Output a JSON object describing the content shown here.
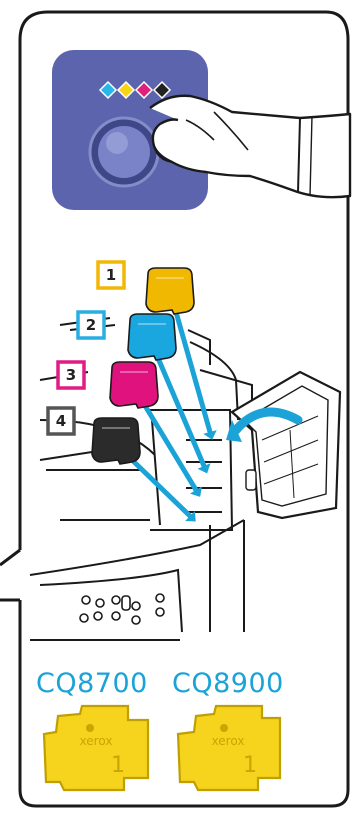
{
  "button_panel": {
    "ink_colors": [
      "#29b6e8",
      "#f7d417",
      "#e0217a",
      "#222222"
    ],
    "panel_color": "#5b64ac"
  },
  "slots": [
    {
      "number": "1",
      "color": "#f0b800",
      "frame_color": "#f2b705"
    },
    {
      "number": "2",
      "color": "#1aa7df",
      "frame_color": "#29aee3"
    },
    {
      "number": "3",
      "color": "#e0127e",
      "frame_color": "#e01d84"
    },
    {
      "number": "4",
      "color": "#2b2b2b",
      "frame_color": "#555555"
    }
  ],
  "models": [
    {
      "label": "CQ8700",
      "stick_brand": "xerox",
      "stick_number": "1"
    },
    {
      "label": "CQ8900",
      "stick_brand": "xerox",
      "stick_number": "1"
    }
  ],
  "accent_color": "#1ba3d8"
}
